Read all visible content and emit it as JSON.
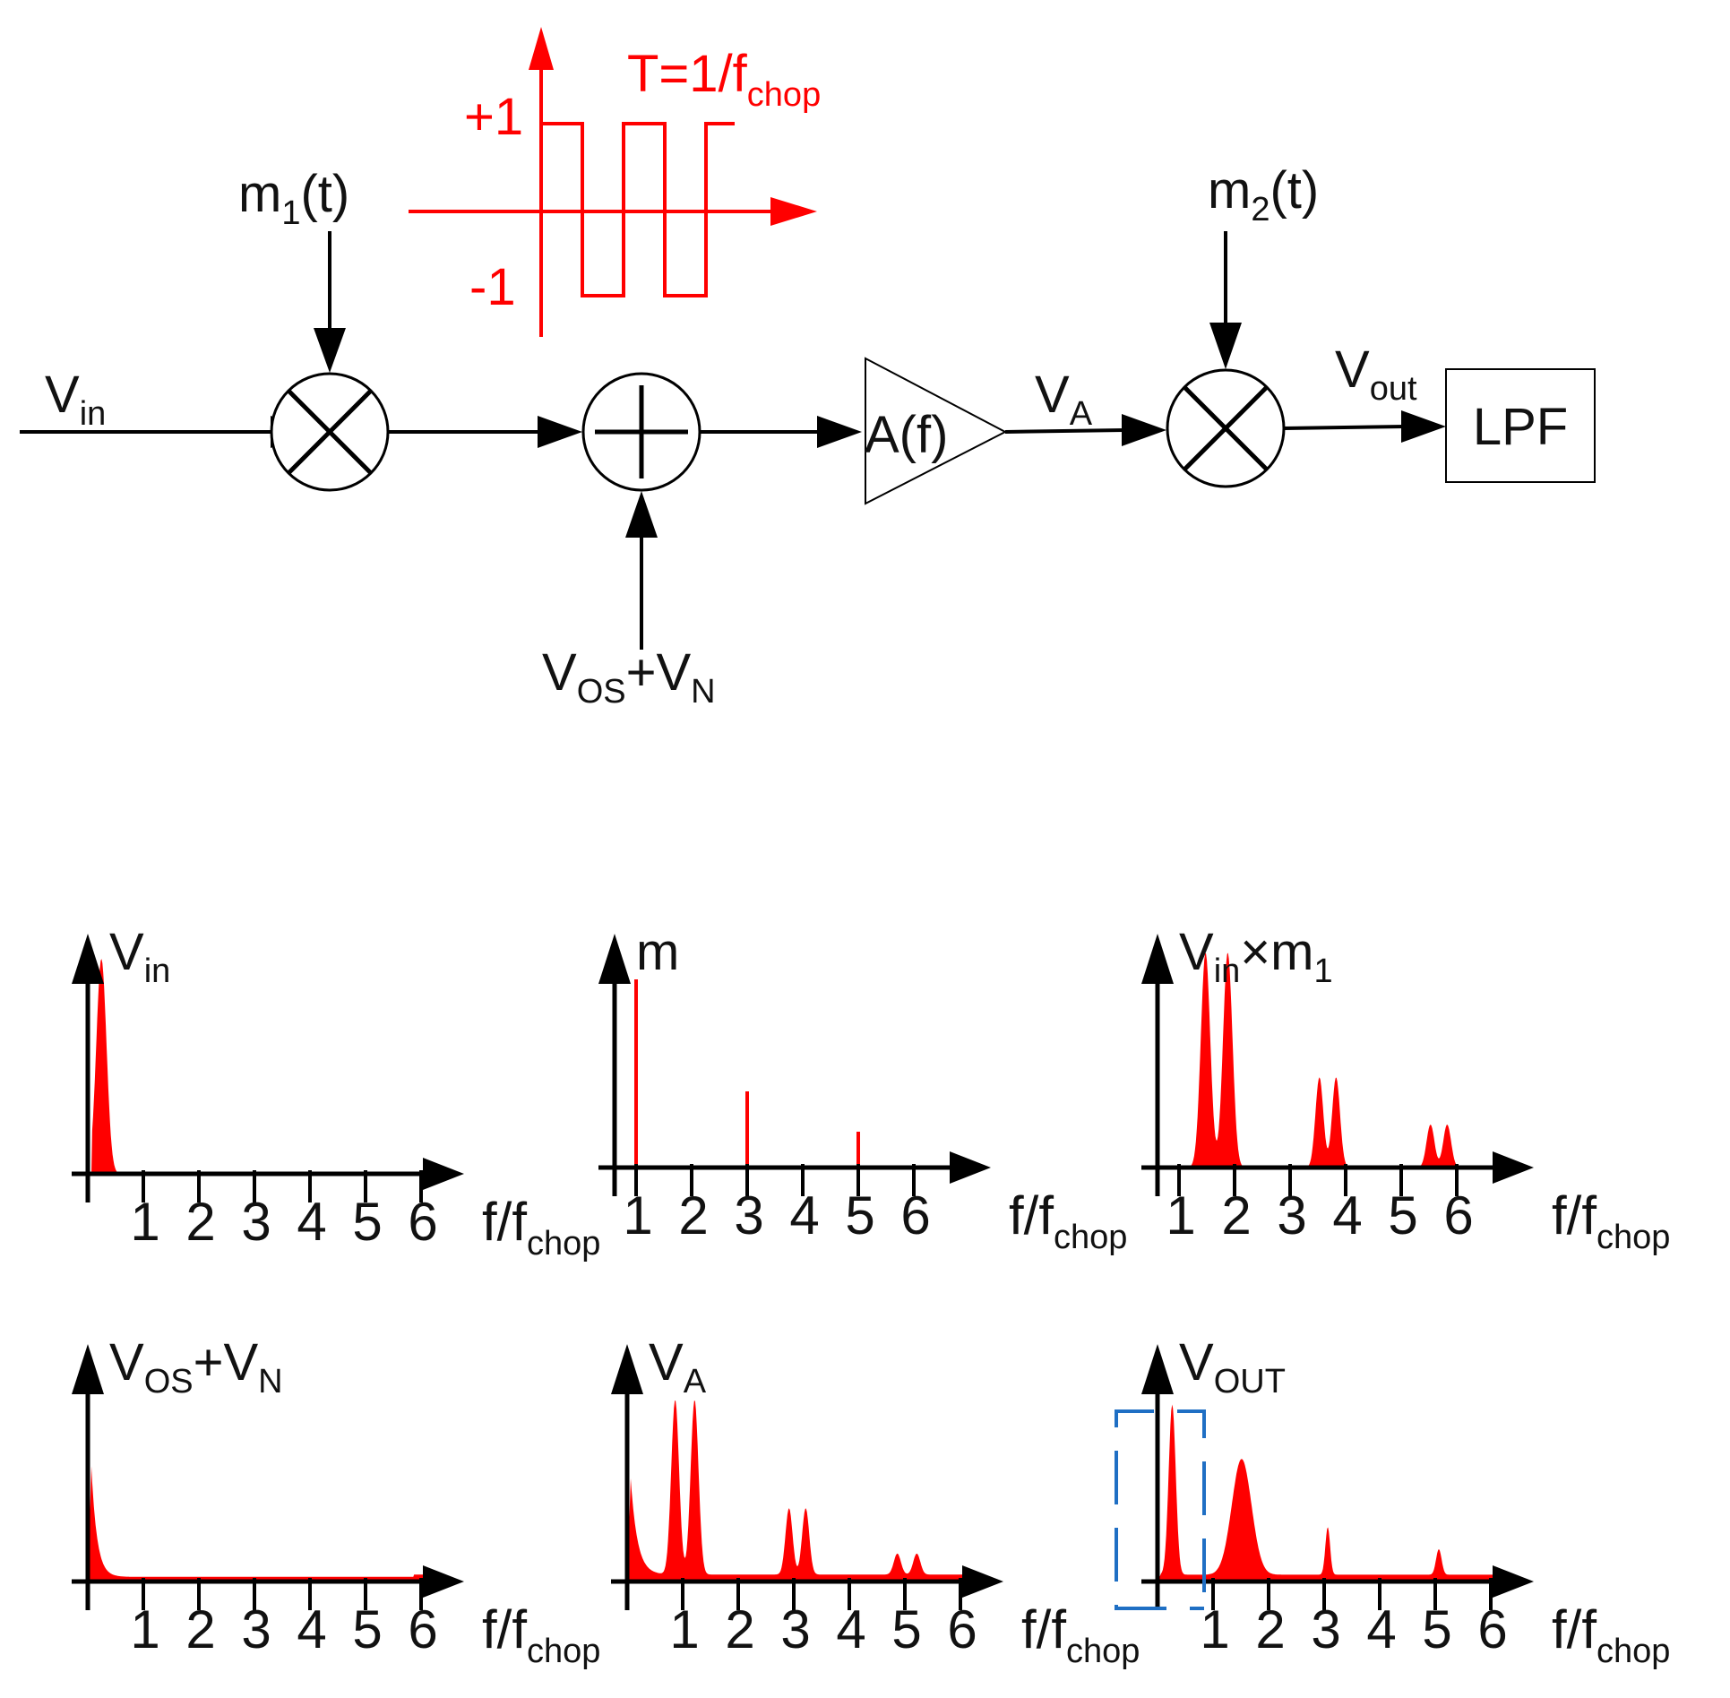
{
  "block_diagram": {
    "vin": {
      "main": "V",
      "sub": "in"
    },
    "m1": {
      "main": "m",
      "sub": "1",
      "rest": "(t)"
    },
    "m2": {
      "main": "m",
      "sub": "2",
      "rest": "(t)"
    },
    "vos_vn": {
      "v1": "V",
      "s1": "OS",
      "plus": "+V",
      "s2": "N"
    },
    "amp": "A(f)",
    "va": {
      "main": "V",
      "sub": "A"
    },
    "vout": {
      "main": "V",
      "sub": "out"
    },
    "lpf": "LPF",
    "chop_wave": {
      "period": {
        "main": "T=1/f",
        "sub": "chop"
      },
      "high": "+1",
      "low": "-1",
      "color": "#ff0000"
    }
  },
  "spectra": {
    "xlabel": {
      "main": "f/f",
      "sub": "chop"
    },
    "ticks": [
      "1",
      "2",
      "3",
      "4",
      "5",
      "6"
    ],
    "fill_color": "#ff0000",
    "highlight_color": "#1f6fc4",
    "panels": [
      {
        "id": "vin",
        "title": {
          "main": "V",
          "sub": "in",
          "rest": ""
        }
      },
      {
        "id": "m",
        "title": {
          "main": "m",
          "sub": "",
          "rest": ""
        }
      },
      {
        "id": "vin_m1",
        "title": {
          "main": "V",
          "sub": "in",
          "rest": "×m",
          "sub2": "1"
        }
      },
      {
        "id": "vos_vn",
        "title": {
          "main": "V",
          "sub": "OS",
          "rest": "+V",
          "sub2": "N"
        }
      },
      {
        "id": "va",
        "title": {
          "main": "V",
          "sub": "A",
          "rest": ""
        }
      },
      {
        "id": "vout",
        "title": {
          "main": "V",
          "sub": "OUT",
          "rest": ""
        }
      }
    ]
  }
}
